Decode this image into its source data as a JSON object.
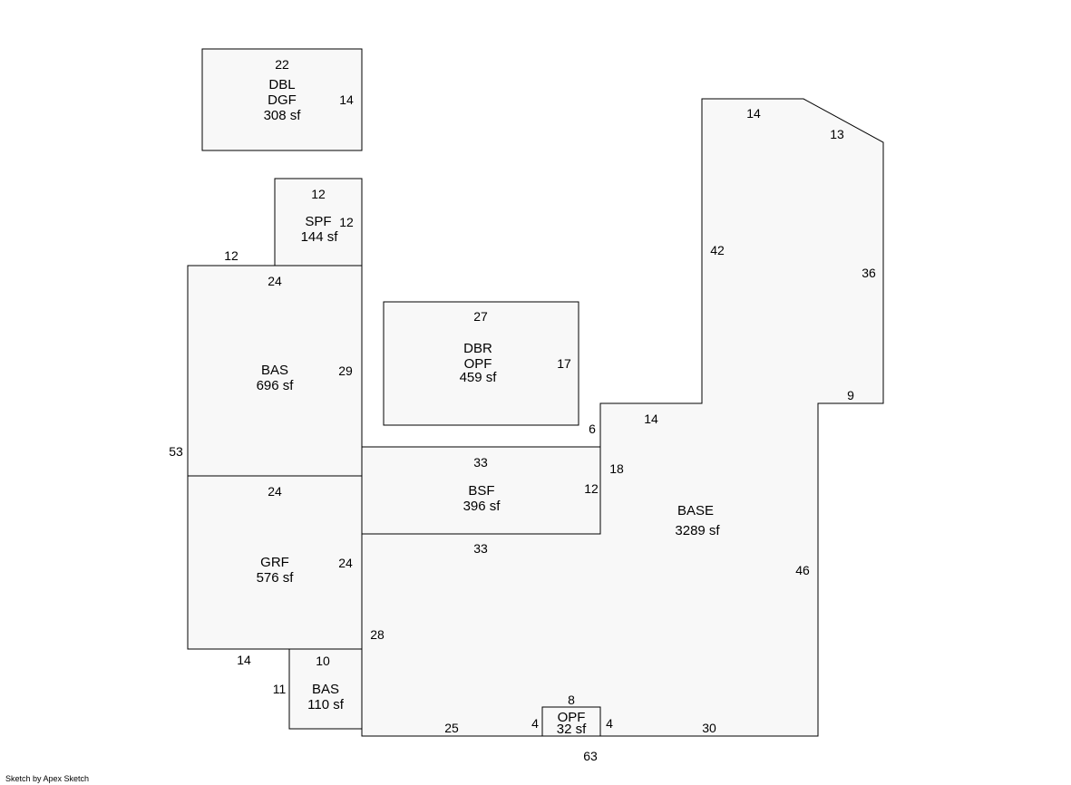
{
  "sketch": {
    "credit": "Sketch by Apex Sketch",
    "areas": {
      "dbl": {
        "code1": "DBL",
        "code2": "DGF",
        "area": "308 sf"
      },
      "spf": {
        "code": "SPF",
        "area": "144 sf"
      },
      "bas_upper": {
        "code": "BAS",
        "area": "696 sf"
      },
      "grf": {
        "code": "GRF",
        "area": "576 sf"
      },
      "bas_lower": {
        "code": "BAS",
        "area": "110 sf"
      },
      "dbr": {
        "code1": "DBR",
        "code2": "OPF",
        "area": "459 sf"
      },
      "bsf": {
        "code": "BSF",
        "area": "396 sf"
      },
      "base": {
        "code": "BASE",
        "area": "3289 sf"
      },
      "opf": {
        "code": "OPF",
        "area": "32 sf"
      }
    },
    "dimensions": {
      "dbl_top": "22",
      "dbl_right": "14",
      "spf_top": "12",
      "spf_right": "12",
      "spf_left_bottom": "12",
      "bas_top": "24",
      "bas_right": "29",
      "bas_left": "53",
      "grf_top": "24",
      "grf_right": "24",
      "bas_small_top": "10",
      "bas_small_left": "11",
      "grf_bottom": "14",
      "dbr_top": "27",
      "dbr_right": "17",
      "bsf_top": "33",
      "bsf_right": "12",
      "bsf_bottom": "33",
      "base_step_left": "6",
      "base_step_top": "14",
      "base_step_right": "18",
      "base_tower_left": "42",
      "base_tower_top": "14",
      "base_tower_diag": "13",
      "base_tower_right": "36",
      "base_ledge": "9",
      "base_right": "46",
      "base_left": "28",
      "base_bottom_left": "25",
      "base_bottom_right": "30",
      "base_total_bottom": "63",
      "opf_top": "8",
      "opf_left": "4",
      "opf_right": "4"
    }
  }
}
